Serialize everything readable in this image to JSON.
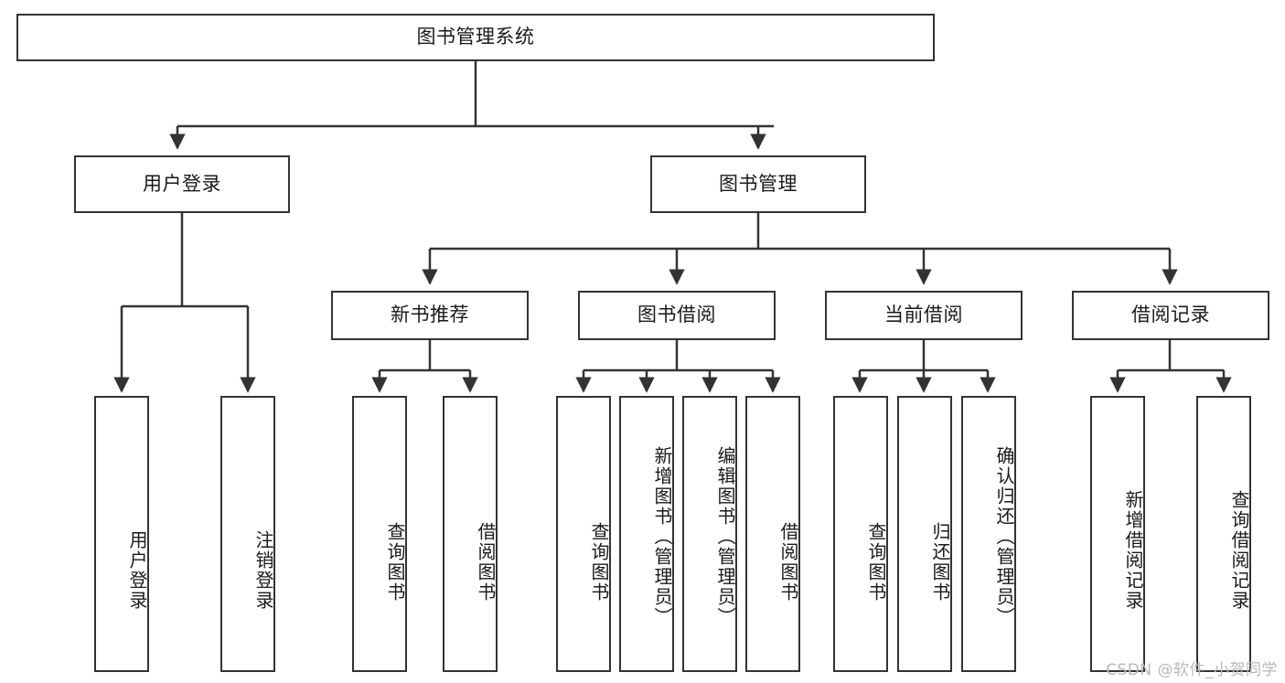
{
  "diagram": {
    "type": "tree-hierarchy",
    "title": "图书管理系统",
    "orientation": "top-down",
    "edge_style": "orthogonal-with-arrowheads",
    "colors": {
      "border": "#333333",
      "fill": "#ffffff",
      "text": "#1a1a1a",
      "watermark": "#b9b9b9"
    },
    "root": {
      "label": "图书管理系统"
    },
    "level2": [
      {
        "label": "用户登录"
      },
      {
        "label": "图书管理"
      }
    ],
    "level3": [
      {
        "label": "新书推荐"
      },
      {
        "label": "图书借阅"
      },
      {
        "label": "当前借阅"
      },
      {
        "label": "借阅记录"
      }
    ],
    "leaves": {
      "user_login": [
        {
          "label": "用户登录"
        },
        {
          "label": "注销登录"
        }
      ],
      "new_book_recommend": [
        {
          "label": "查询图书"
        },
        {
          "label": "借阅图书"
        }
      ],
      "book_borrow": [
        {
          "label": "查询图书"
        },
        {
          "label": "新增图书（管理员）"
        },
        {
          "label": "编辑图书（管理员）"
        },
        {
          "label": "借阅图书"
        }
      ],
      "current_borrow": [
        {
          "label": "查询图书"
        },
        {
          "label": "归还图书"
        },
        {
          "label": "确认归还（管理员）"
        }
      ],
      "borrow_records": [
        {
          "label": "新增借阅记录"
        },
        {
          "label": "查询借阅记录"
        }
      ]
    }
  },
  "watermark": {
    "text": "CSDN @软件_小贺同学"
  }
}
